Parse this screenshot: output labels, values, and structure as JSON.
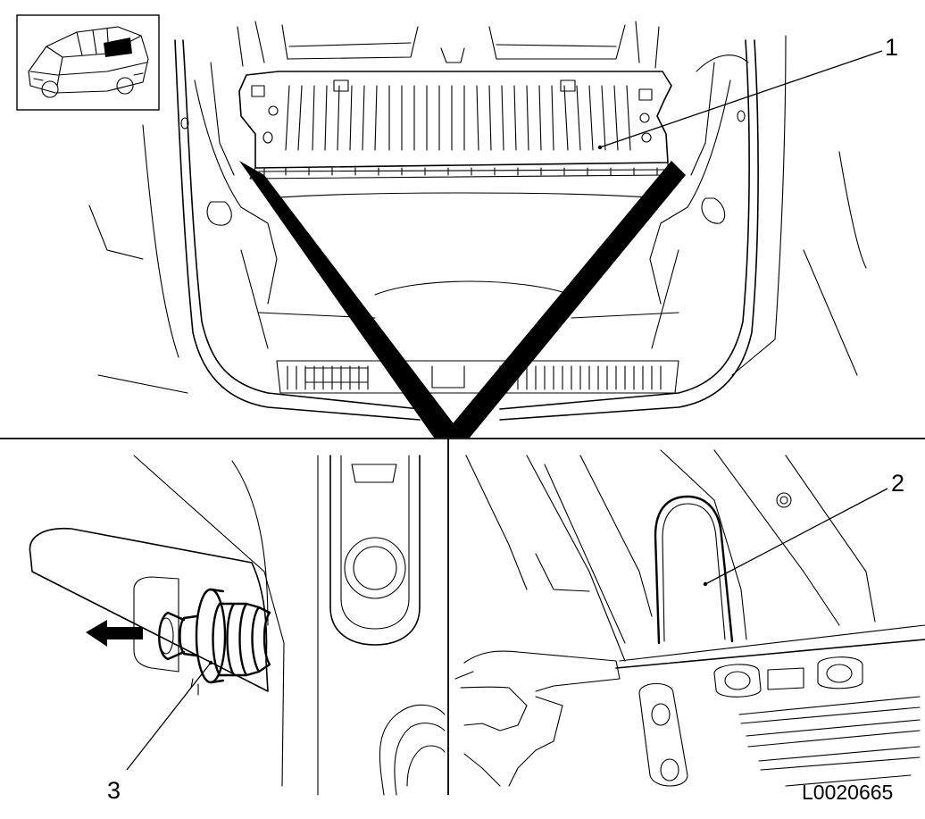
{
  "callouts": {
    "c1": "1",
    "c2": "2",
    "c3": "3"
  },
  "figure_code": "L0020665",
  "icons": {
    "locator": "car-locator-icon",
    "arrow": "pull-direction-arrow-icon"
  }
}
